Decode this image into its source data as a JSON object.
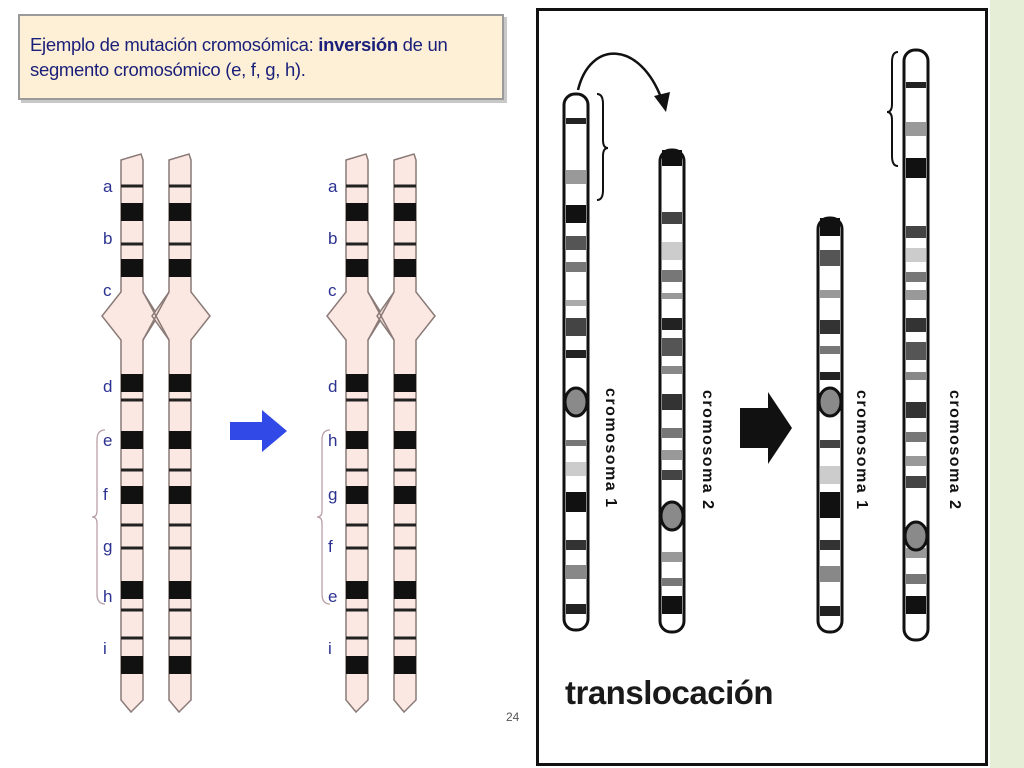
{
  "title": {
    "part1": "Ejemplo de mutación cromosómica: ",
    "bold": "inversión",
    "part2": " de un segmento cromosómico (e, f, g, h)."
  },
  "slide_number": "24",
  "inversion": {
    "before_letters": [
      "a",
      "b",
      "c",
      "d",
      "e",
      "f",
      "g",
      "h",
      "i"
    ],
    "after_letters": [
      "a",
      "b",
      "c",
      "d",
      "h",
      "g",
      "f",
      "e",
      "i"
    ]
  },
  "translocation": {
    "label": "translocación",
    "chromosome_1_label": "cromosoma 1",
    "chromosome_2_label": "cromosoma 2"
  },
  "colors": {
    "title_bg": "#fdf0d6",
    "title_text": "#1a1f7a",
    "letters": "#2b3290",
    "chromosome_fill": "#fbe8e2",
    "arrow_blue": "#3149e6",
    "green_strip": "#e6eed8"
  }
}
